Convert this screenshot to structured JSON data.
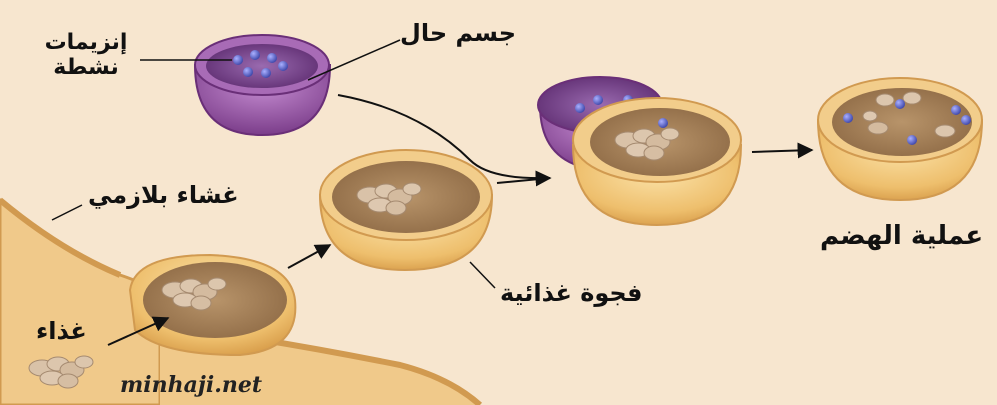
{
  "labels": {
    "active_enzymes": [
      "إنزيمات",
      "نشطة"
    ],
    "lysosome": "جسم حال",
    "plasma_membrane": "غشاء بلازمي",
    "food": "غذاء",
    "food_vacuole": "فجوة غذائية",
    "digestion": "عملية الهضم"
  },
  "watermark": "minhaji.net",
  "colors": {
    "background": "#f7e6cf",
    "cell": "#f1cc8b",
    "cell_edge": "#d9a45c",
    "lysosome": "#9b5aa6",
    "enzyme": "#5a63c9",
    "food": "#d7bfa6"
  }
}
